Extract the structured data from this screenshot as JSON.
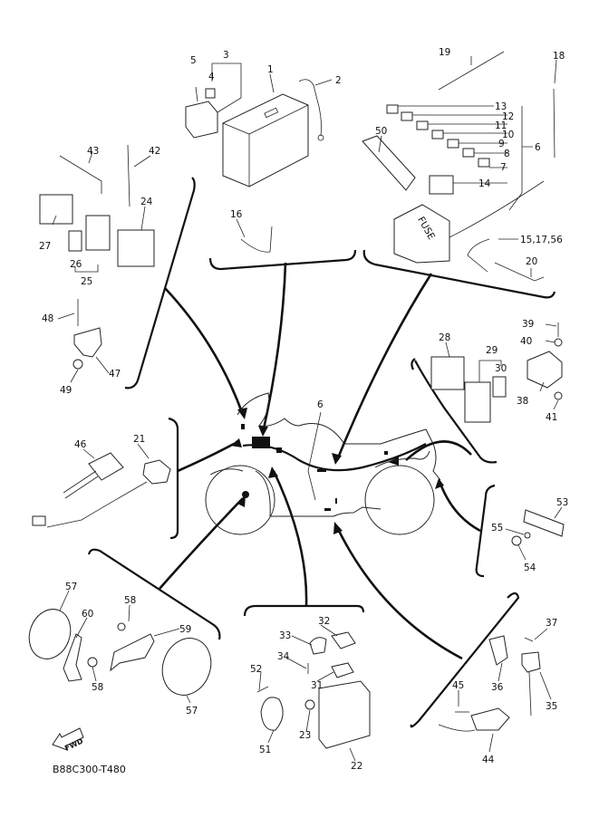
{
  "diagram": {
    "title_code": "B88C300-T480",
    "fwd_label": "FWD",
    "fuse_box_label": "FUSE",
    "callouts": {
      "c1": "1",
      "c2": "2",
      "c3": "3",
      "c4": "4",
      "c5": "5",
      "c6a": "6",
      "c6b": "6",
      "c7": "7",
      "c8": "8",
      "c9": "9",
      "c10": "10",
      "c11": "11",
      "c12": "12",
      "c13": "13",
      "c14": "14",
      "c15": "15,17,56",
      "c16": "16",
      "c18": "18",
      "c19": "19",
      "c20": "20",
      "c21": "21",
      "c22": "22",
      "c23": "23",
      "c24": "24",
      "c25": "25",
      "c26": "26",
      "c27": "27",
      "c28": "28",
      "c29": "29",
      "c30": "30",
      "c31": "31",
      "c32": "32",
      "c33": "33",
      "c34": "34",
      "c35": "35",
      "c36": "36",
      "c37": "37",
      "c38": "38",
      "c39": "39",
      "c40": "40",
      "c41": "41",
      "c42": "42",
      "c43": "43",
      "c44": "44",
      "c45": "45",
      "c46": "46",
      "c47": "47",
      "c48": "48",
      "c49": "49",
      "c50": "50",
      "c51": "51",
      "c52": "52",
      "c53": "53",
      "c54": "54",
      "c55": "55",
      "c57a": "57",
      "c57b": "57",
      "c58a": "58",
      "c58b": "58",
      "c59": "59",
      "c60": "60"
    }
  }
}
